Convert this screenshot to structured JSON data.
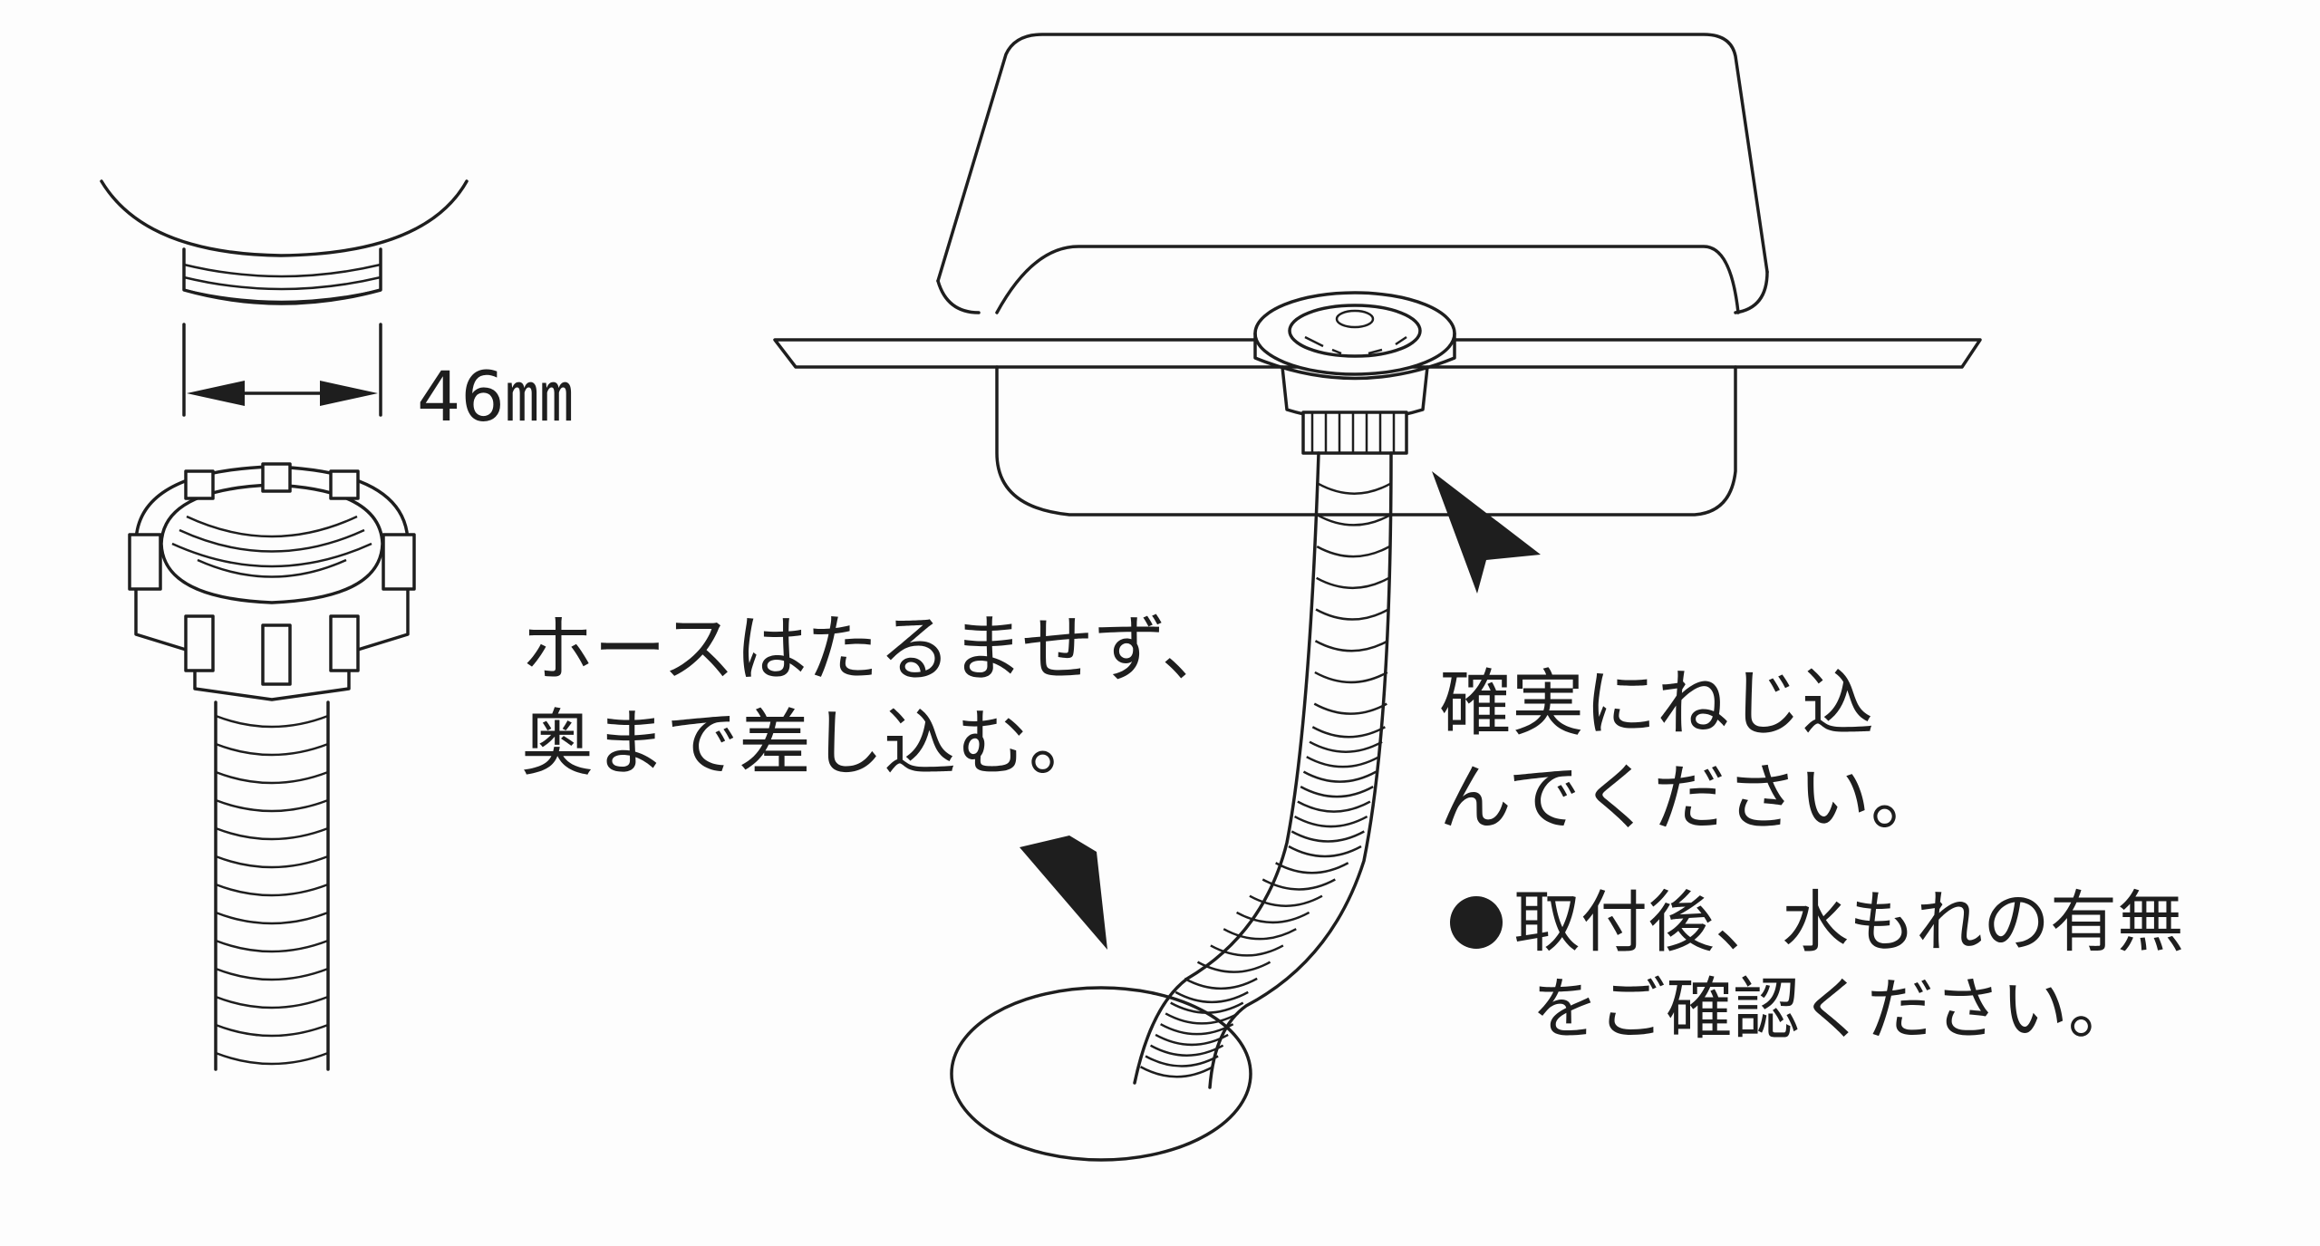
{
  "dimension": {
    "value": "46",
    "unit": "㎜"
  },
  "hose_instruction": {
    "line1": "ホースはたるませず、",
    "line2": "奥まで差し込む。"
  },
  "screw_instruction": {
    "line1": "確実にねじ込",
    "line2": "んでください。"
  },
  "leak_check": {
    "line1": "取付後、水もれの有無",
    "line2": "をご確認ください。"
  }
}
